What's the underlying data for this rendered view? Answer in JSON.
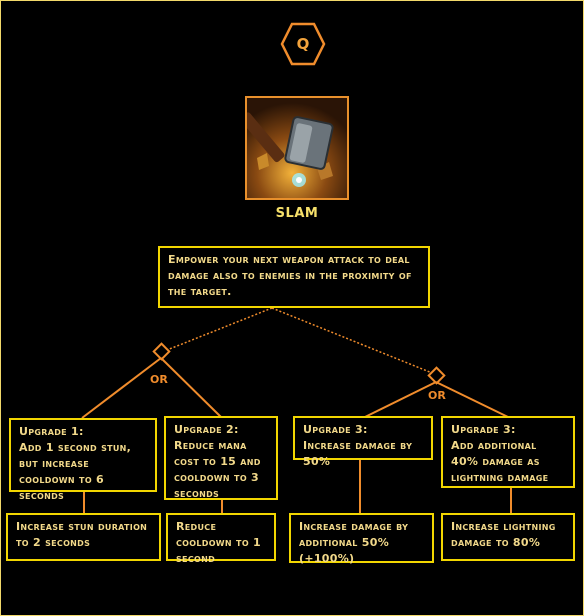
{
  "hotkey": {
    "label": "Q",
    "icon": "hexagon-icon"
  },
  "ability": {
    "name": "SLAM",
    "icon": "hammer-icon"
  },
  "description": "Empower your next weapon attack to deal damage also to enemies in the proximity of the target.",
  "or_label": "OR",
  "upgrades": [
    {
      "title": "Upgrade 1:",
      "text": "Add 1 second stun, but increase cooldown to 6 seconds",
      "sub": "Increase stun duration to 2 seconds"
    },
    {
      "title": "Upgrade 2:",
      "text": "Reduce mana cost to 15 and cooldown to 3 seconds",
      "sub": "Reduce cooldown to 1 second"
    },
    {
      "title": "Upgrade 3:",
      "text": "Increase damage by 50%",
      "sub": "Increase damage by additional 50% (+100%)"
    },
    {
      "title": "Upgrade 3:",
      "text": "Add additional 40% damage as lightning damage",
      "sub": "Increase lightning damage to 80%"
    }
  ],
  "colors": {
    "accent_orange": "#f08c2c",
    "box_border": "#f2d600",
    "text_gold": "#f2d98a"
  }
}
